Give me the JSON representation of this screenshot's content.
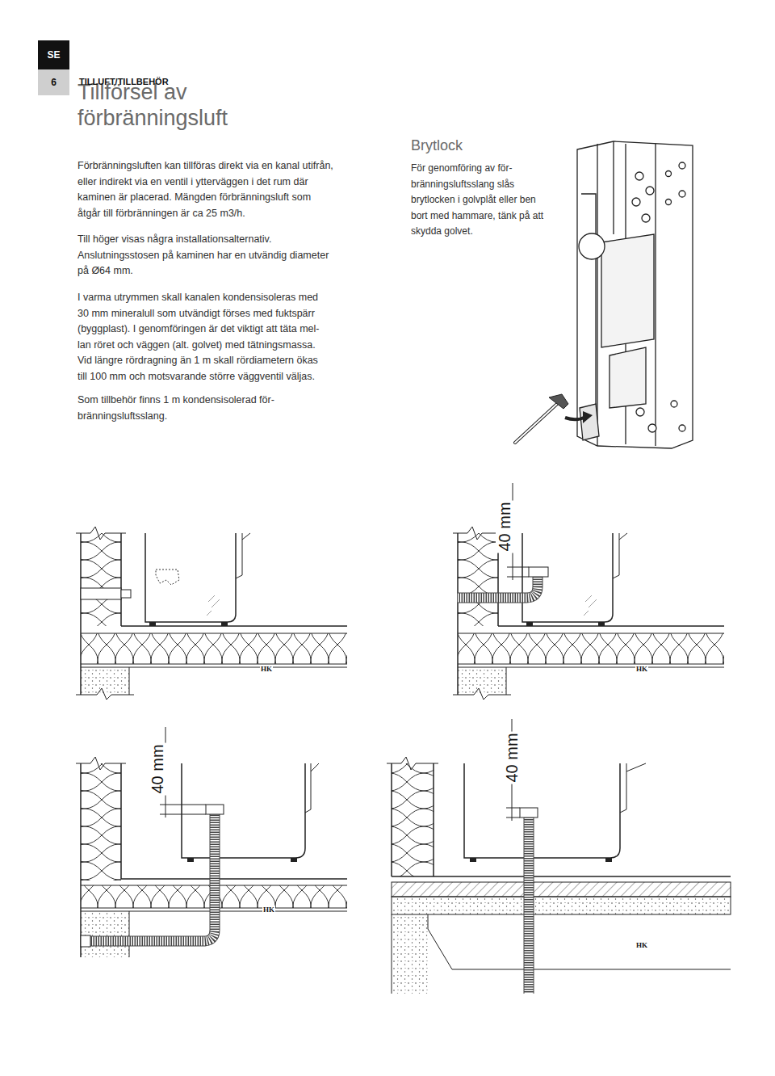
{
  "diagram": {
    "title": "Tillförsel av förbränningsluft",
    "nodes": [
      {
        "text": [
          "SE"
        ]
      },
      {
        "text": [
          "6"
        ]
      }
    ],
    "labels": [
      "TILLUFT/TILLBEHÖR",
      "Förbränningsluften kan tillföras direkt via en kanal utifrån, eller indirekt via en ventil i ytterväggen i det rum där kaminen är placerad. Mängden förbränningsluft som åtgår till förbränningen är ca 25 m3/h.",
      "Till höger visas några installationsalternativ. Anslutningsstosen på kaminen har en utvändig diameter på Ø64 mm.",
      "I varma utrymmen skall kanalen kondensisoleras med 30 mm mineralull som utvändigt förses med fuktspärr (byggplast). I genomföringen är det viktigt att täta mel- lan röret och väggen (alt. golvet) med tätningsmassa. Vid längre rördragning än 1 m skall rördiametern ökas till 100 mm och motsvarande större väggventil väljas.",
      "Som tillbehör finns 1 m kondensisolerad för- bränningsluftsslang.",
      "Brytlock",
      "För genomföring av för- bränningsluftsslang slås brytlocken i golvplåt eller ben bort med hammare, tänk på att skydda golvet.",
      "40 mm",
      "40 mm",
      "40 mm",
      "HK",
      "HK",
      "HK",
      "HK"
    ]
  }
}
